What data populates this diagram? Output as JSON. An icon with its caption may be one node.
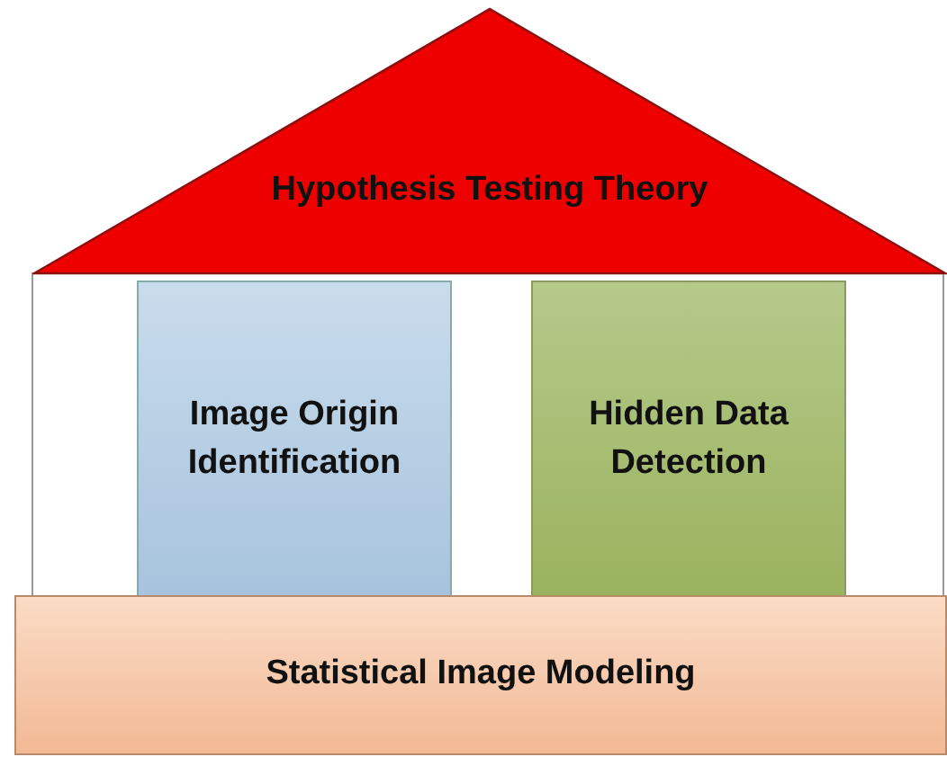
{
  "diagram": {
    "nodes": [
      {
        "text": [
          "Hypothesis Testing Theory"
        ]
      },
      {
        "text": [
          "Image Origin Identification"
        ]
      },
      {
        "text": [
          "Hidden Data Detection"
        ]
      },
      {
        "text": [
          "Statistical Image Modeling"
        ]
      }
    ]
  }
}
